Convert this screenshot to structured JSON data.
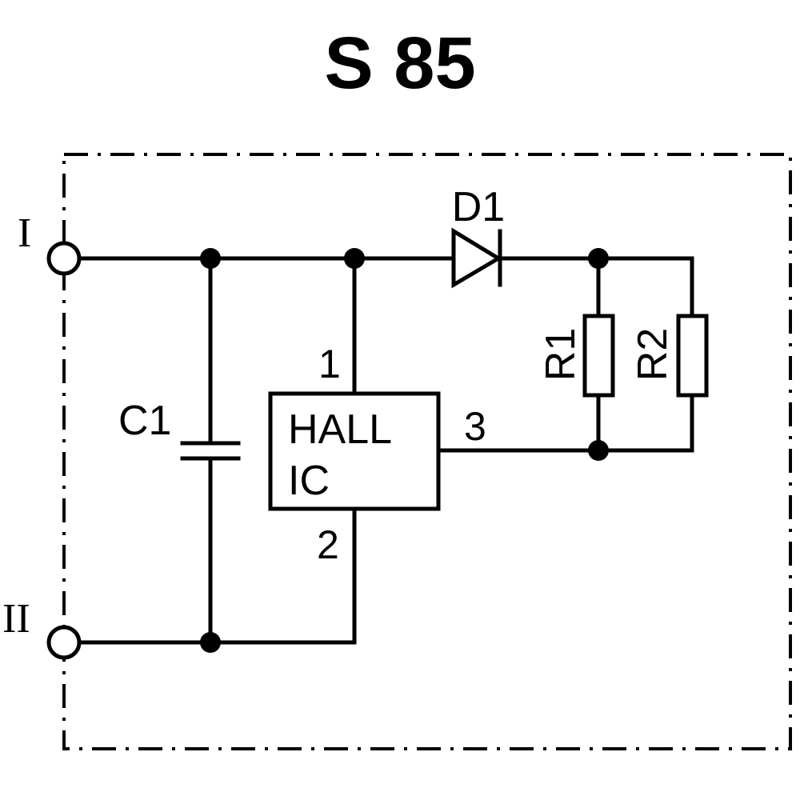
{
  "title": "S 85",
  "terminals": {
    "t1": "I",
    "t2": "II"
  },
  "components": {
    "diode": "D1",
    "capacitor": "C1",
    "resistor1": "R1",
    "resistor2": "R2",
    "ic_line1": "HALL",
    "ic_line2": "IC"
  },
  "pins": {
    "p1": "1",
    "p2": "2",
    "p3": "3"
  },
  "colors": {
    "ink": "#000000",
    "background": "#ffffff"
  }
}
